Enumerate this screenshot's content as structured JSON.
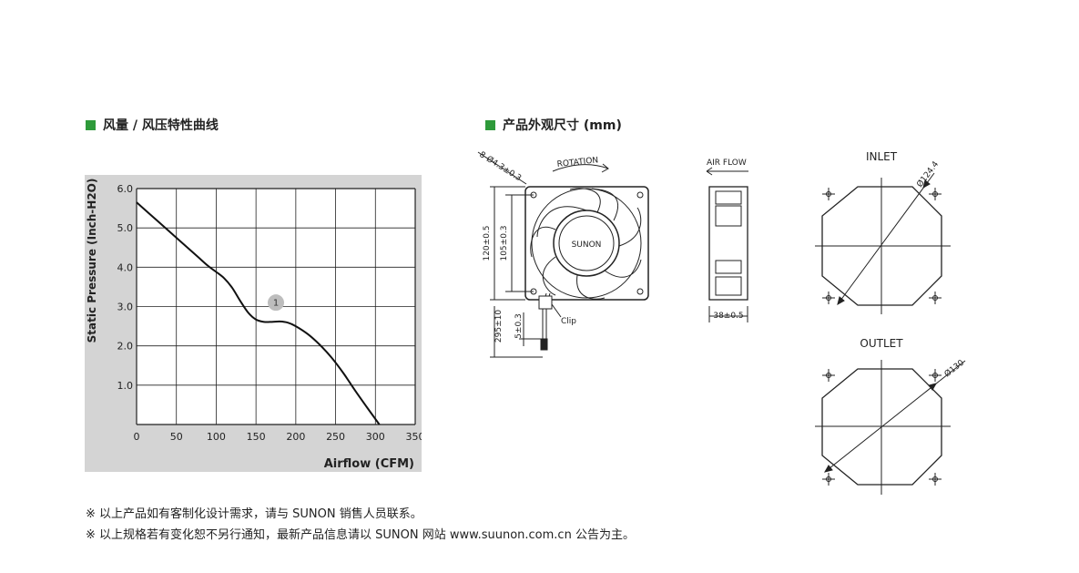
{
  "colors": {
    "accent": "#2e9a3a",
    "panel": "#d4d4d4",
    "ink": "#111111"
  },
  "section_curve": {
    "icon": "green-square-icon",
    "title": "风量 / 风压特性曲线"
  },
  "section_dims": {
    "icon": "green-square-icon",
    "title": "产品外观尺寸 (mm)"
  },
  "chart_data": {
    "type": "line",
    "xlabel": "Airflow (CFM)",
    "ylabel": "Static Pressure (Inch-H2O)",
    "xlim": [
      0,
      350
    ],
    "ylim": [
      0,
      6.0
    ],
    "x_ticks": [
      "0",
      "50",
      "100",
      "150",
      "200",
      "250",
      "300",
      "350"
    ],
    "y_ticks": [
      "1.0",
      "2.0",
      "3.0",
      "4.0",
      "5.0",
      "6.0"
    ],
    "grid": true,
    "annotation": "1",
    "series": [
      {
        "x": [
          0,
          25,
          50,
          75,
          90,
          100,
          110,
          120,
          130,
          140,
          150,
          160,
          170,
          180,
          190,
          200,
          215,
          230,
          245,
          260,
          275,
          290,
          305
        ],
        "y": [
          5.65,
          5.2,
          4.75,
          4.3,
          4.03,
          3.88,
          3.72,
          3.48,
          3.15,
          2.85,
          2.67,
          2.61,
          2.61,
          2.62,
          2.59,
          2.5,
          2.3,
          2.03,
          1.7,
          1.3,
          0.85,
          0.42,
          0.0
        ]
      }
    ]
  },
  "drawing": {
    "hole_label": "8-Ø4.3±0.3",
    "rotation": "ROTATION",
    "brand": "SUNON",
    "dim_120": "120±0.5",
    "dim_105": "105±0.3",
    "dim_295": "295±10",
    "dim_5": "5±0.3",
    "clip": "Clip",
    "air_flow": "AIR FLOW",
    "dim_38": "38±0.5",
    "inlet": "INLET",
    "inlet_dia": "Ø124.4",
    "outlet": "OUTLET",
    "outlet_dia": "Ø130"
  },
  "notes": [
    "※ 以上产品如有客制化设计需求，请与 SUNON 销售人员联系。",
    "※ 以上规格若有变化恕不另行通知，最新产品信息请以 SUNON 网站 www.suunon.com.cn 公告为主。"
  ]
}
